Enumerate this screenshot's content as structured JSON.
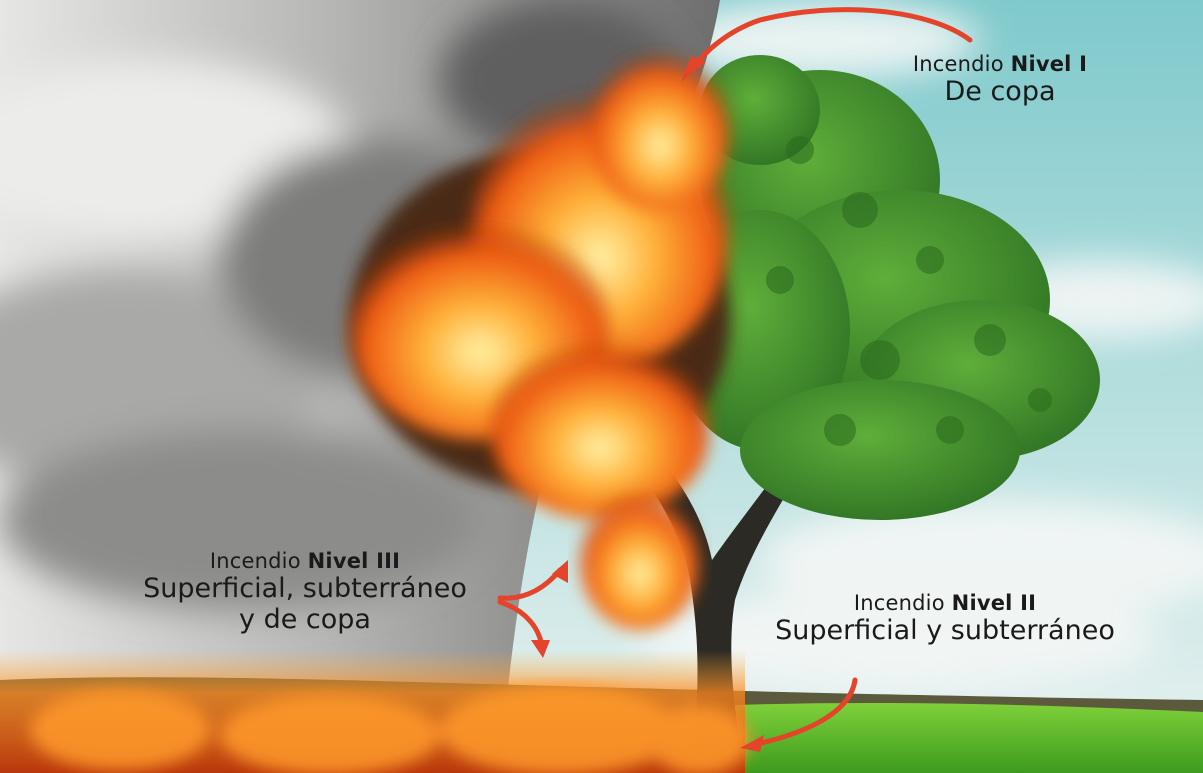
{
  "labels": {
    "level1": {
      "prefix": "Incendio",
      "level": "Nivel I",
      "type": "De copa"
    },
    "level2": {
      "prefix": "Incendio",
      "level": "Nivel II",
      "type": "Superficial y subterráneo"
    },
    "level3": {
      "prefix": "Incendio",
      "level": "Nivel III",
      "type_line1": "Superficial, subterráneo",
      "type_line2": "y de copa"
    }
  },
  "colors": {
    "arrow": "#e4442a",
    "text": "#1a1a1a",
    "foliage": "#3f8f2e",
    "fire": "#ff7a18",
    "smoke": "#9a9a9a",
    "sky": "#8fd0d2",
    "grass": "#5fbf2a"
  }
}
